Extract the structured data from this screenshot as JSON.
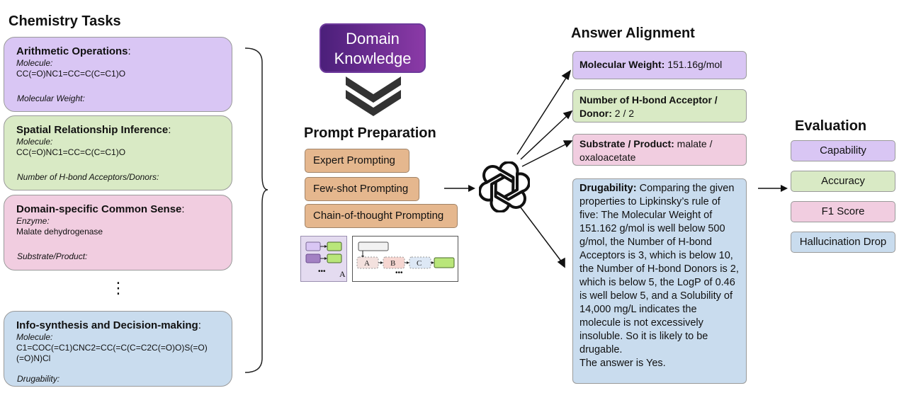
{
  "chemistry_tasks": {
    "title": "Chemistry Tasks",
    "cards": [
      {
        "title": "Arithmetic Operations",
        "colon": ":",
        "input_label": "Molecule:",
        "input_value": "CC(=O)NC1=CC=C(C=C1)O",
        "input_value_2": "",
        "target": "Molecular Weight:",
        "color": "#d9c6f4"
      },
      {
        "title": "Spatial Relationship Inference",
        "colon": ":",
        "input_label": "Molecule:",
        "input_value": "CC(=O)NC1=CC=C(C=C1)O",
        "input_value_2": "",
        "target": "Number of H-bond Acceptors/Donors:",
        "color": "#d9eac5"
      },
      {
        "title": "Domain-specific Common Sense",
        "colon": ":",
        "input_label": "Enzyme:",
        "input_value": "Malate dehydrogenase",
        "input_value_2": "",
        "target": "Substrate/Product:",
        "color": "#f1cde0"
      },
      {
        "title": "Info-synthesis and Decision-making",
        "colon": ":",
        "input_label": "Molecule:",
        "input_value": "C1=COC(=C1)CNC2=CC(=C(C=C2C(=O)O)S(=O)",
        "input_value_2": "(=O)N)Cl",
        "target": "Drugability:",
        "color": "#c9dcee"
      }
    ],
    "ellipsis": "⋮"
  },
  "domain_knowledge": {
    "line1": "Domain",
    "line2": "Knowledge"
  },
  "prompt_preparation": {
    "title": "Prompt Preparation",
    "buttons": [
      "Expert Prompting",
      "Few-shot Prompting",
      "Chain-of-thought Prompting"
    ],
    "thumbnail": {
      "few_shot_caption": "A",
      "dots": "•••",
      "chain_steps": [
        "A",
        "B",
        "C"
      ]
    }
  },
  "answer_alignment": {
    "title": "Answer Alignment",
    "answers": [
      {
        "label": "Molecular Weight:",
        "text": " 151.16g/mol",
        "color": "#d9c6f4"
      },
      {
        "label": "Number of H-bond Acceptor / Donor:",
        "text": " 2 / 2",
        "color": "#d9eac5"
      },
      {
        "label": "Substrate / Product:",
        "text": " malate / oxaloacetate",
        "color": "#f1cde0"
      },
      {
        "label": "Drugability:",
        "text": " Comparing the given properties to Lipkinsky’s rule of five: The Molecular Weight of 151.162 g/mol is well below 500 g/mol, the Number of H-bond Acceptors is 3, which is below 10, the Number of H-bond Donors is 2, which is below 5, the LogP of 0.46 is well below 5, and a Solubility of 14,000 mg/L indicates the molecule is not excessively insoluble. So it is likely to be drugable.",
        "answer": "The answer is Yes.",
        "color": "#c9dcee"
      }
    ]
  },
  "evaluation": {
    "title": "Evaluation",
    "metrics": [
      {
        "label": "Capability",
        "color": "#d9c6f4"
      },
      {
        "label": "Accuracy",
        "color": "#d9eac5"
      },
      {
        "label": "F1 Score",
        "color": "#f1cde0"
      },
      {
        "label": "Hallucination Drop",
        "color": "#c9dcee"
      }
    ]
  },
  "colors": {
    "prompt_button": "#e5b78e",
    "domain_gradient_start": "#4b1f7a",
    "domain_gradient_end": "#8b3aa7",
    "chevron": "#333333"
  },
  "icons": {
    "llm": "openai-logo-icon",
    "chevron": "double-chevron-down-icon"
  }
}
